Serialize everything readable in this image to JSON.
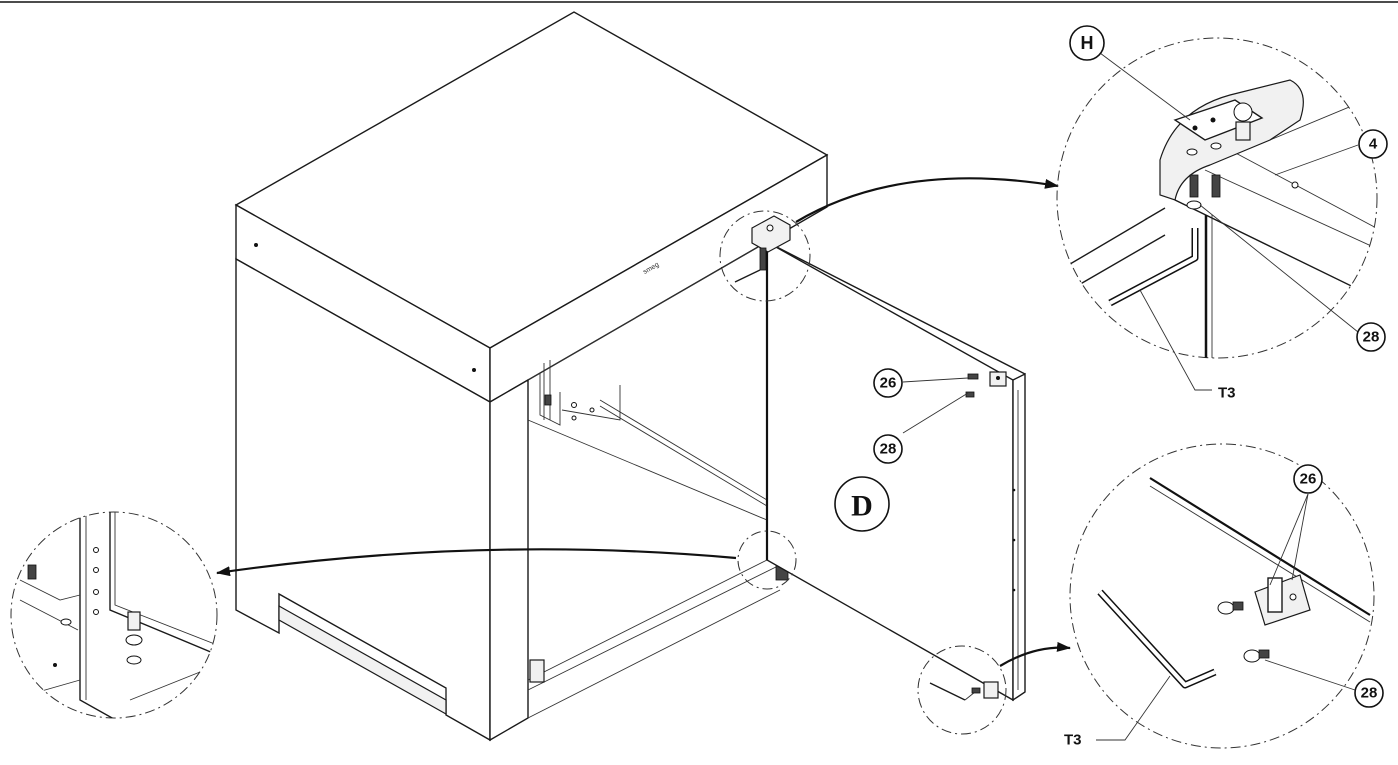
{
  "labels": {
    "detail_h": "H",
    "part_4": "4",
    "part_28_top": "28",
    "part_t3_top": "T3",
    "part_26_door": "26",
    "part_28_door": "28",
    "door_d": "D",
    "part_26_bottom": "26",
    "part_28_bottom": "28",
    "part_t3_bottom": "T3",
    "cabinet_brand": "smeg"
  }
}
